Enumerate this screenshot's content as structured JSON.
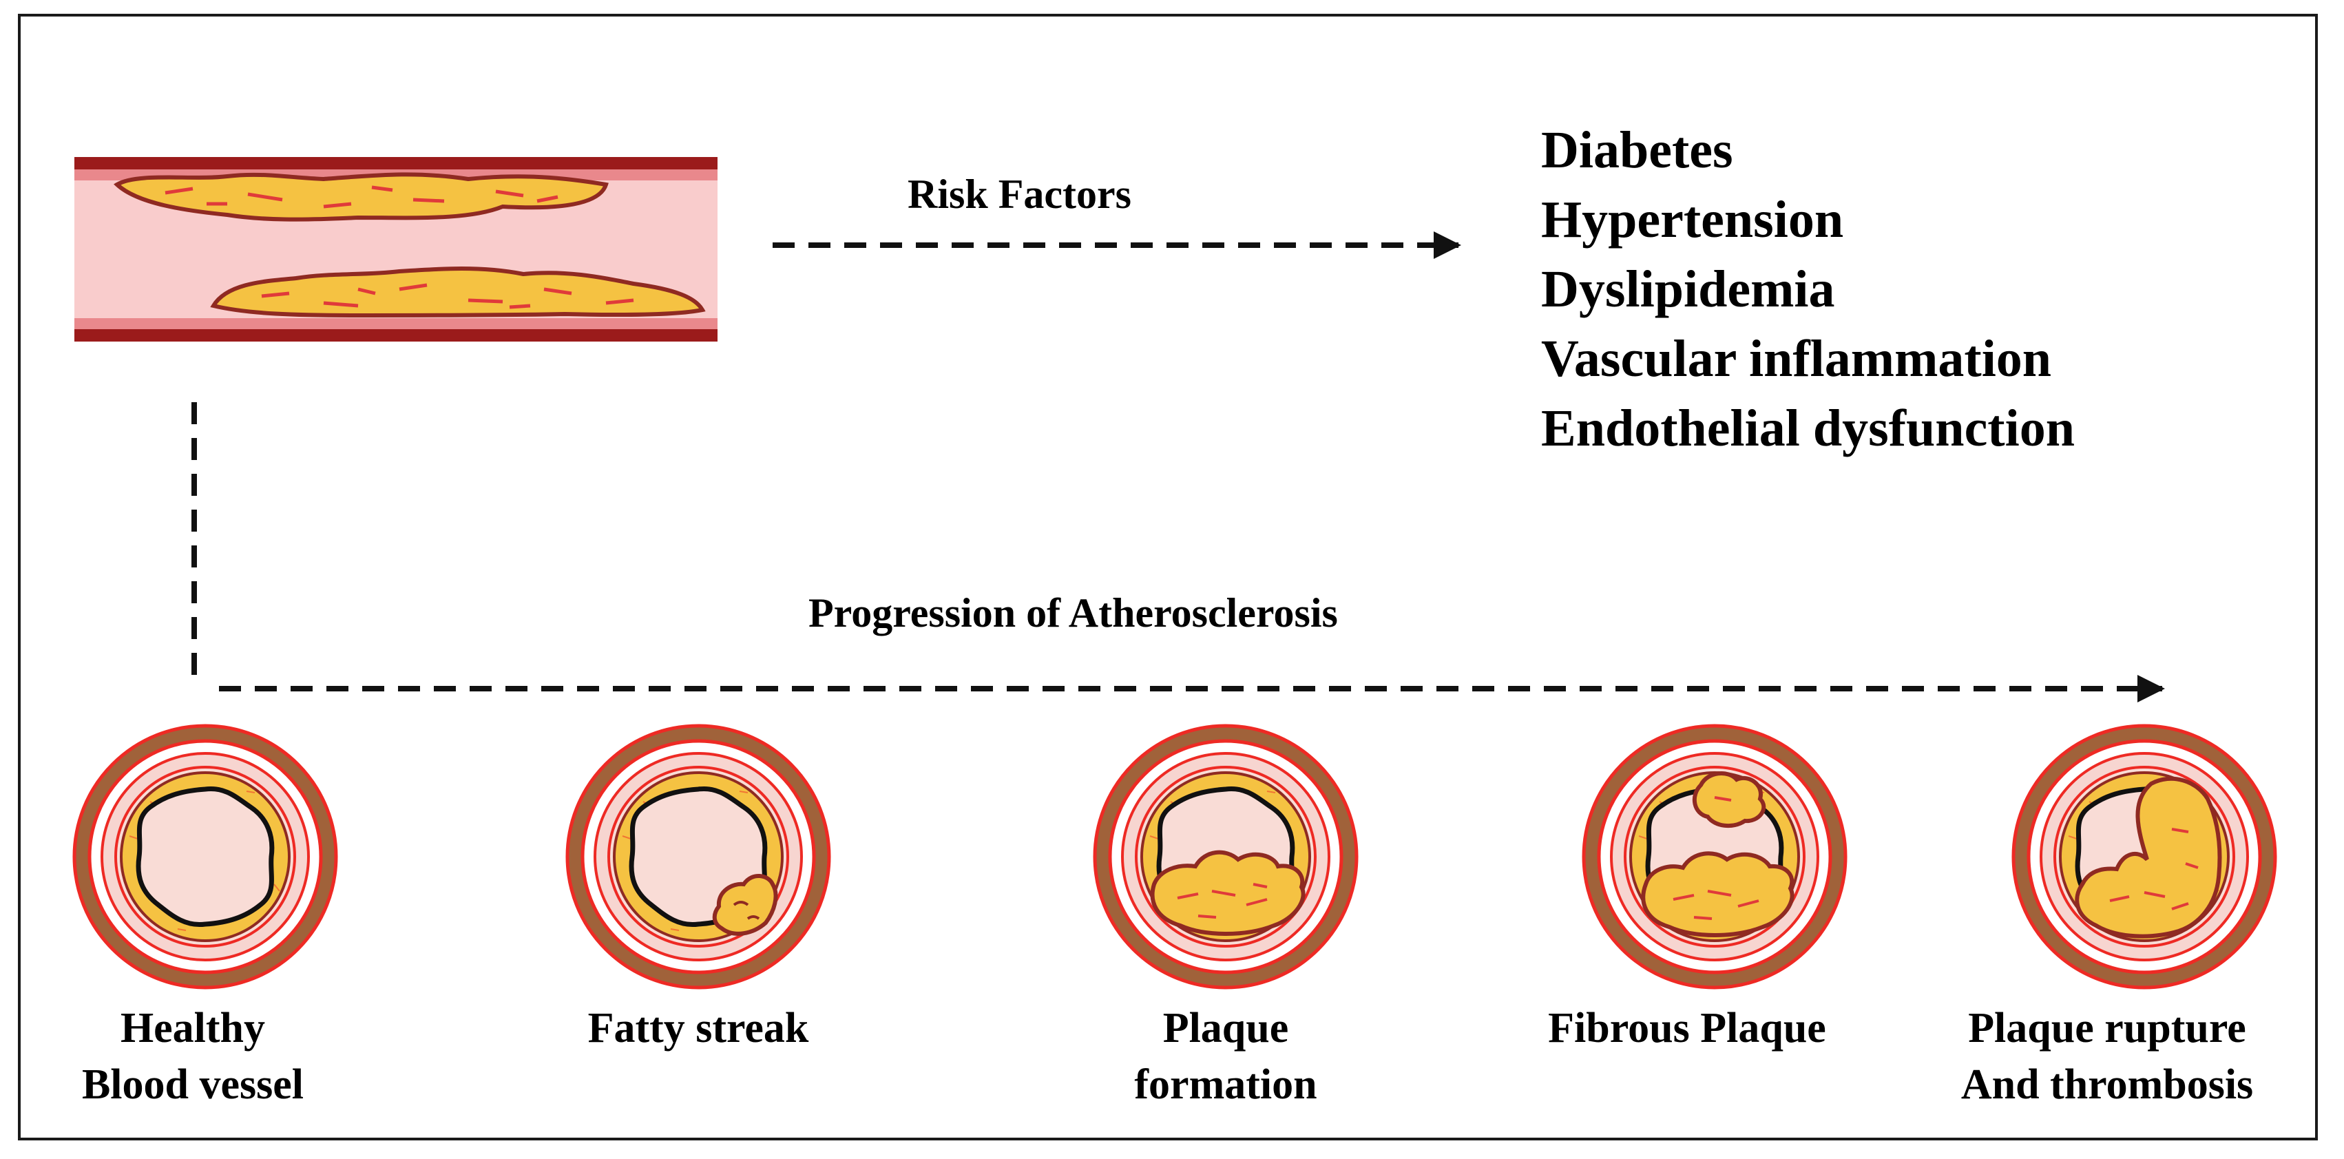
{
  "diagram": {
    "risk_factors_label": "Risk Factors",
    "risk_factors": [
      "Diabetes",
      "Hypertension",
      "Dyslipidemia",
      "Vascular inflammation",
      "Endothelial dysfunction"
    ],
    "progression_label": "Progression of Atherosclerosis",
    "stages": [
      {
        "line1": "Healthy",
        "line2": "Blood vessel"
      },
      {
        "line1": "Fatty streak",
        "line2": ""
      },
      {
        "line1": "Plaque",
        "line2": "formation"
      },
      {
        "line1": "Fibrous Plaque",
        "line2": ""
      },
      {
        "line1": "Plaque rupture",
        "line2": "And thrombosis"
      }
    ],
    "colors": {
      "vessel_wall": "#9b1b1b",
      "lumen": "#f9cccc",
      "plaque": "#f5c242",
      "plaque_outline": "#8f2a22",
      "adventitia": "#a0623a",
      "media_red": "#ee2a24",
      "arrow": "#111111"
    }
  }
}
